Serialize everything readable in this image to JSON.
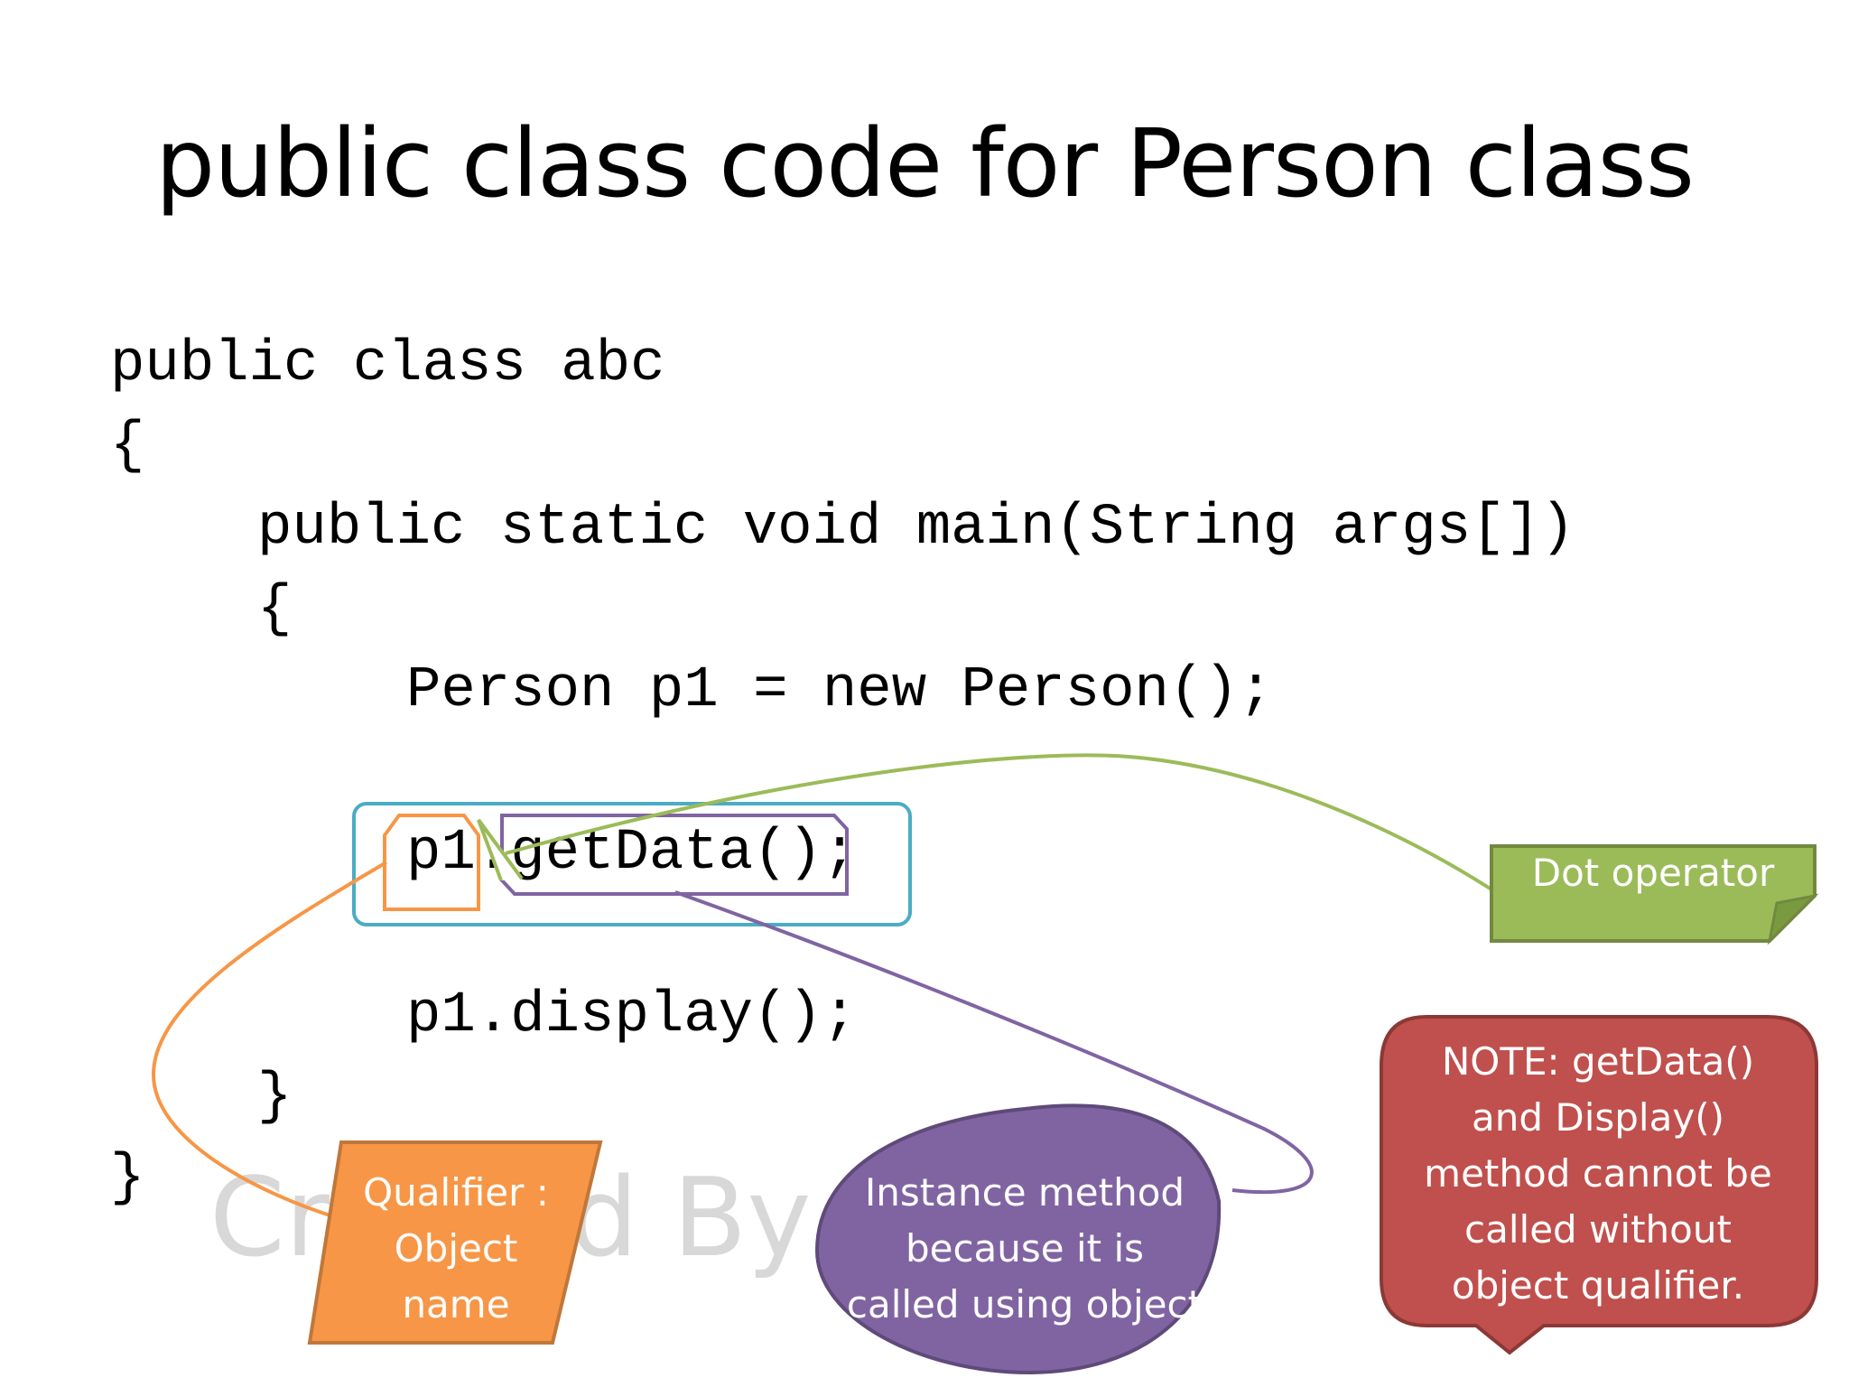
{
  "slide": {
    "title": "public class code for Person class",
    "watermark": "Created By Gyan",
    "code": {
      "line1": "public class abc",
      "line2": "{",
      "line3": "public static void main(String args[])",
      "line4": "{",
      "line5": "Person p1 = new Person();",
      "line6": "p1.getData();",
      "line7": "p1.display();",
      "line8": "}",
      "line9": "}"
    },
    "callouts": {
      "dot_operator": "Dot operator",
      "qualifier": "Qualifier : Object name",
      "instance_method": "Instance method because it is called using object",
      "note": "NOTE: getData() and Display() method cannot be called without object qualifier."
    },
    "colors": {
      "green": "#9bbb59",
      "orange": "#f79646",
      "purple": "#8064a2",
      "red": "#c0504d",
      "blue": "#4bacc6"
    }
  }
}
